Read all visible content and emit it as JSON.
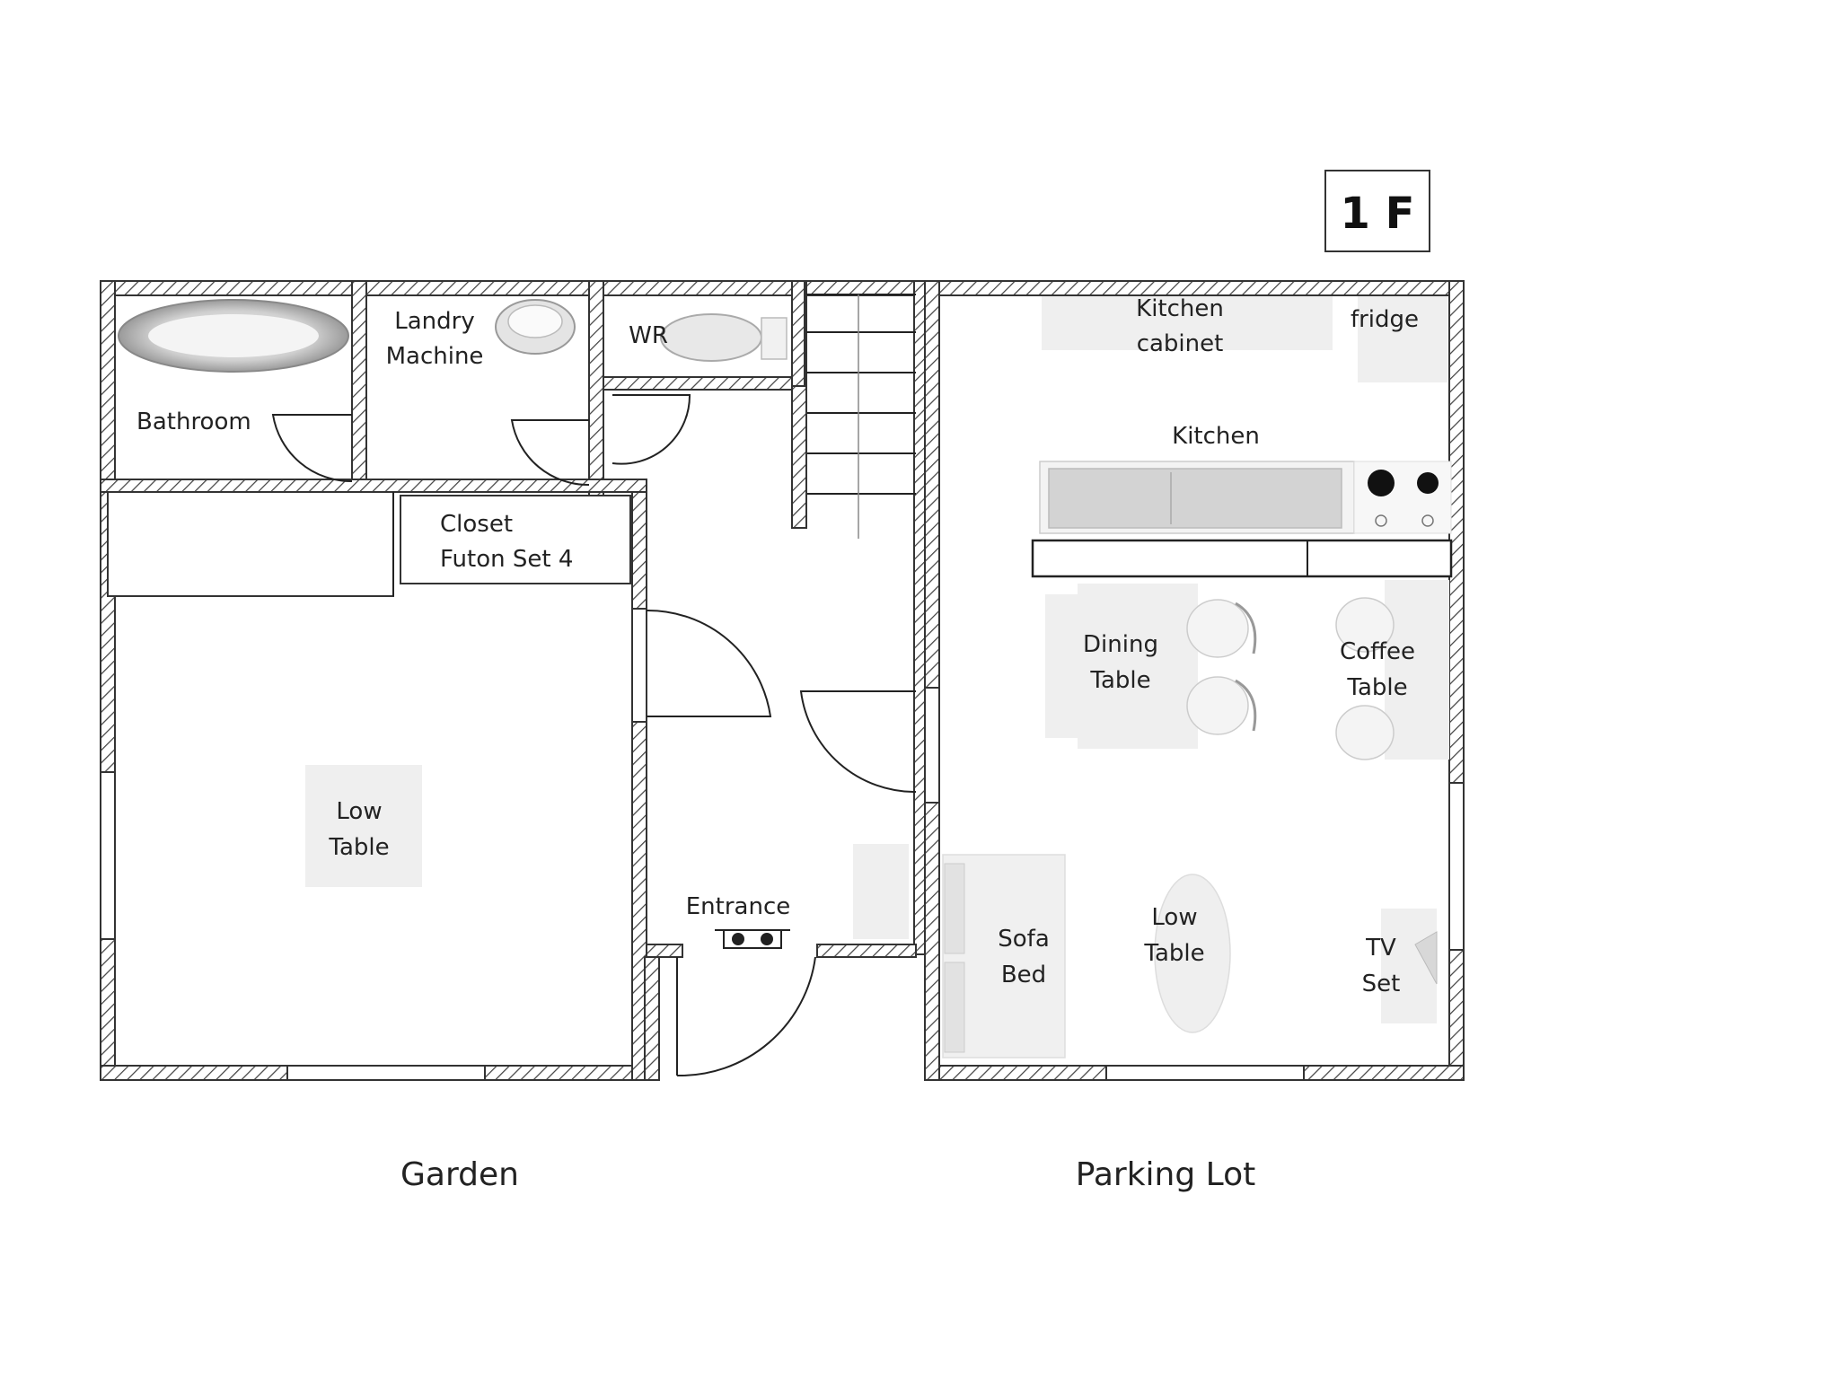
{
  "floor_label": "1 F",
  "rooms": {
    "bathroom": "Bathroom",
    "laundry_line1": "Landry",
    "laundry_line2": "Machine",
    "wc": "WR",
    "closet_line1": "Closet",
    "closet_line2": "Futon Set 4",
    "kitchen": "Kitchen",
    "kitchen_cabinet_line1": "Kitchen",
    "kitchen_cabinet_line2": "cabinet",
    "fridge": "fridge",
    "entrance": "Entrance"
  },
  "furniture": {
    "low_table_left_line1": "Low",
    "low_table_left_line2": "Table",
    "dining_table_line1": "Dining",
    "dining_table_line2": "Table",
    "coffee_table_line1": "Coffee",
    "coffee_table_line2": "Table",
    "sofa_bed_line1": "Sofa",
    "sofa_bed_line2": "Bed",
    "low_table_right_line1": "Low",
    "low_table_right_line2": "Table",
    "tv_set_line1": "TV",
    "tv_set_line2": "Set"
  },
  "surroundings": {
    "garden": "Garden",
    "parking_lot": "Parking Lot"
  }
}
